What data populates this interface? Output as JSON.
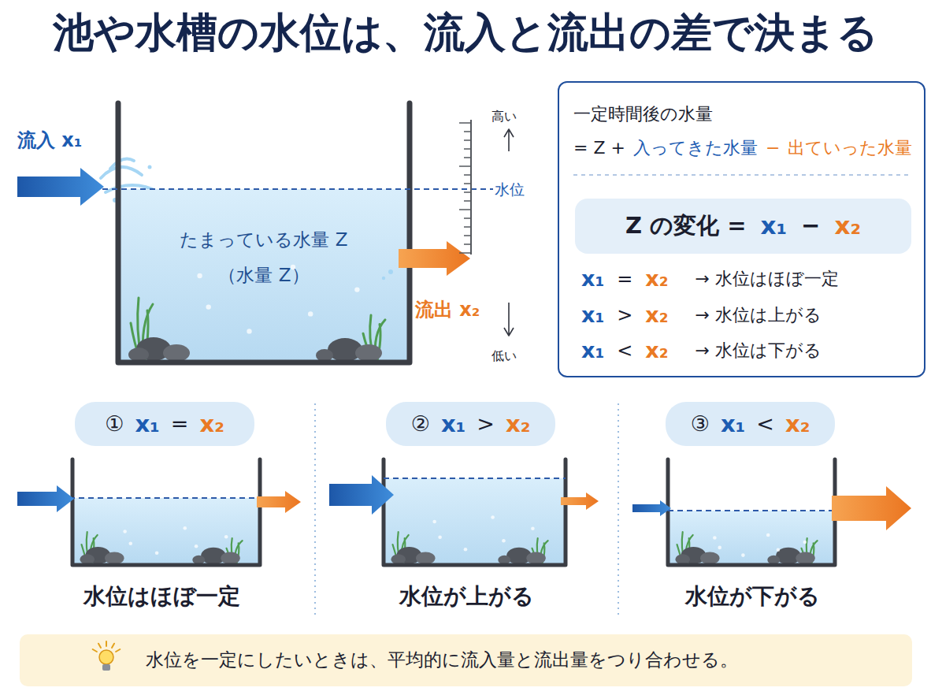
{
  "diagram": {
    "title": "池や水槽の水位は、流入と流出の差で決まる",
    "nodes": [
      {
        "text": [
          "たまっている水量 Z",
          "（水量 Z）"
        ]
      },
      {
        "text": [
          "一定時間後の水量",
          "= Z +",
          "入ってきた水量",
          "−",
          "出ていった水量",
          "x₁",
          "=",
          "x₂",
          "→ 水位はほぼ一定",
          "x₁",
          ">",
          "x₂",
          "→ 水位は上がる",
          "x₁",
          "<",
          "x₂",
          "→ 水位は下がる"
        ]
      },
      {
        "text": [
          "Z の変化 =",
          "x₁",
          "−",
          "x₂"
        ],
        "in": 1
      },
      {
        "text": [
          "①",
          "x₁",
          "=",
          "x₂"
        ]
      },
      {
        "text": [
          "②",
          "x₁",
          ">",
          "x₂"
        ]
      },
      {
        "text": [
          "③",
          "x₁",
          "<",
          "x₂"
        ]
      },
      {
        "text": [
          "水位を一定にしたいときは、平均的に流入量と流出量をつり合わせる。"
        ]
      }
    ],
    "labels": [
      "流入 x₁",
      "高い",
      "水位",
      "流出 x₂",
      "低い",
      "水位はほぼ一定",
      "水位が上がる",
      "水位が下がる"
    ]
  }
}
